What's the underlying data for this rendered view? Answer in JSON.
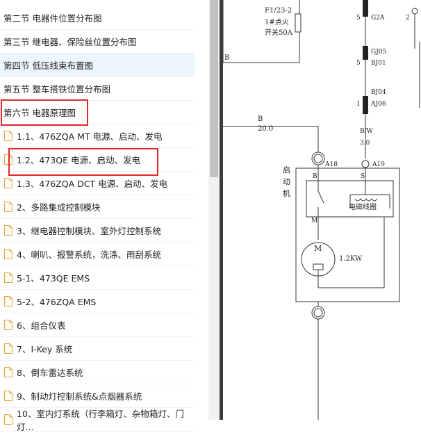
{
  "toc": {
    "sections": [
      {
        "label": "第二节 电器件位置分布图"
      },
      {
        "label": "第三节 继电器、保险丝位置分布图"
      },
      {
        "label": "第四节 低压线束布置图"
      },
      {
        "label": "第五节 整车搭铁位置分布图"
      },
      {
        "label": "第六节 电器原理图"
      }
    ],
    "items": [
      {
        "label": "1.1、476ZQA MT 电源、启动、发电"
      },
      {
        "label": "1.2、473QE 电源、启动、发电"
      },
      {
        "label": "1.3、476ZQA DCT 电源、启动、发电"
      },
      {
        "label": "2、多路集成控制模块"
      },
      {
        "label": "3、继电器控制模块、室外灯控制系统"
      },
      {
        "label": "4、喇叭、报警系统，洗涤、雨刮系统"
      },
      {
        "label": "5-1、473QE EMS"
      },
      {
        "label": "5-2、476ZQA EMS"
      },
      {
        "label": "6、组合仪表"
      },
      {
        "label": "7、I-Key 系统"
      },
      {
        "label": "8、倒车雷达系统"
      },
      {
        "label": "9、制动灯控制系统&点烟器系统"
      },
      {
        "label": "10、室内灯系统（行李箱灯、杂物箱灯、门灯…"
      }
    ],
    "selected_section_index": 2
  },
  "diagram": {
    "fuse_label_1": "F1/23-2",
    "fuse_label_2": "1#点火",
    "fuse_label_3": "开关50A",
    "wire_b_left": "B",
    "conn_5": "5",
    "conn_g2a": "G2A",
    "conn_2": "2",
    "conn_gj05": "GJ05",
    "conn_5b": "5",
    "conn_bj01": "BJ01",
    "conn_bj04": "BJ04",
    "conn_1": "1",
    "conn_aj06": "AJ06",
    "wire_b": "B",
    "wire_b_size": "20.0",
    "wire_bw": "B/W",
    "wire_bw_size": "3.0",
    "pin_a18": "A18",
    "pin_a19": "A19",
    "starter_1": "启",
    "starter_2": "动",
    "starter_3": "机",
    "term_b": "B",
    "term_s": "S",
    "coil": "电磁线圈",
    "motor_m": "M",
    "motor_m_big": "M",
    "motor_power": "1.2KW"
  },
  "colors": {
    "highlight": "#e02a2a",
    "divider": "#3c3c3c",
    "selected_bg": "#eef6fd"
  }
}
